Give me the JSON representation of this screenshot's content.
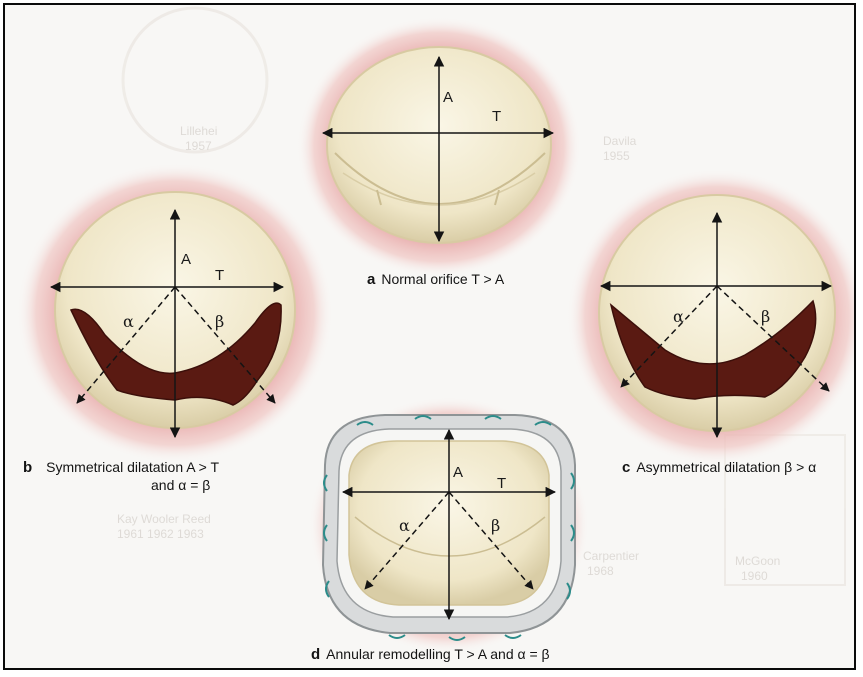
{
  "panels": {
    "a": {
      "letter": "a",
      "caption": "Normal orifice T > A",
      "axis_a": "A",
      "axis_t": "T"
    },
    "b": {
      "letter": "b",
      "caption_line1": "Symmetrical dilatation A > T",
      "caption_line2": "and α = β",
      "axis_a": "A",
      "axis_t": "T",
      "alpha": "α",
      "beta": "β"
    },
    "c": {
      "letter": "c",
      "caption": "Asymmetrical dilatation β > α",
      "alpha": "α",
      "beta": "β"
    },
    "d": {
      "letter": "d",
      "caption": "Annular remodelling T > A and α = β",
      "axis_a": "A",
      "axis_t": "T",
      "alpha": "α",
      "beta": "β"
    }
  },
  "background_text": [
    "Lillehei",
    "1957",
    "Davila",
    "1955",
    "Kay Wooler Reed",
    "1961 1962 1963",
    "Carpentier",
    "1968",
    "McGoon",
    "1960"
  ],
  "colors": {
    "halo": "#e6a5a5",
    "leaflet": "#f1ebd4",
    "gap": "#5a1a12",
    "ring": "#d9dbdc",
    "suture": "#2c8c8a"
  }
}
